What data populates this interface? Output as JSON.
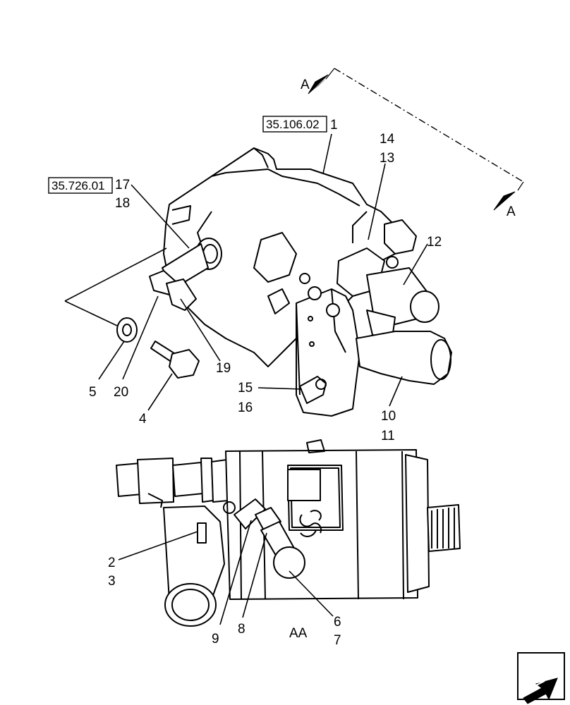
{
  "section_marks": {
    "top": "A",
    "bottom": "A",
    "view": "AA"
  },
  "reference_boxes": [
    {
      "text": "35.106.02"
    },
    {
      "text": "35.726.01"
    }
  ],
  "callouts": {
    "c1": "1",
    "c2": "2",
    "c3": "3",
    "c4": "4",
    "c5": "5",
    "c6": "6",
    "c7": "7",
    "c8": "8",
    "c9": "9",
    "c10": "10",
    "c11": "11",
    "c12": "12",
    "c13": "13",
    "c14": "14",
    "c15": "15",
    "c16": "16",
    "c17": "17",
    "c18": "18",
    "c19": "19",
    "c20": "20"
  },
  "nav_icon": "next-page-arrow-icon"
}
